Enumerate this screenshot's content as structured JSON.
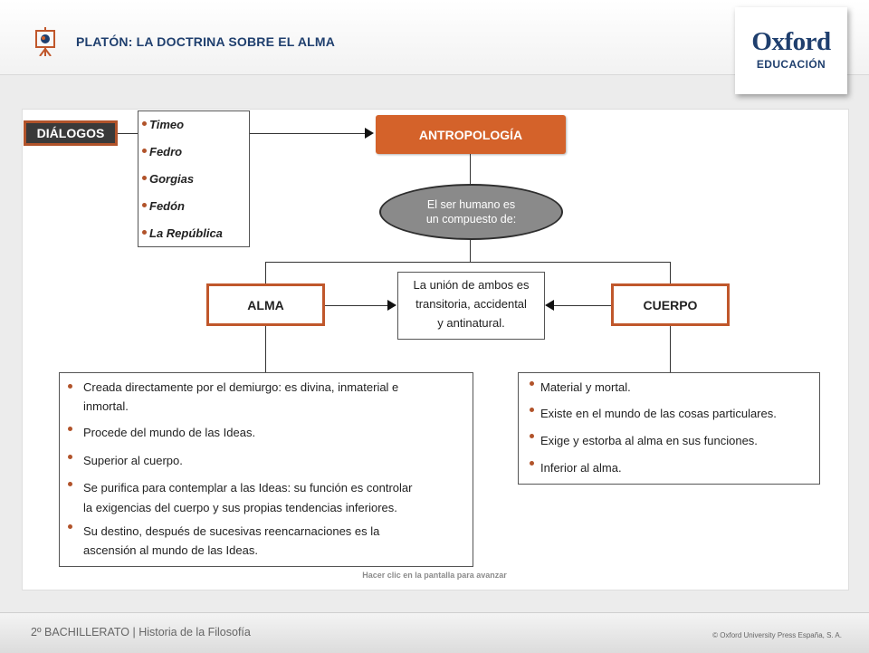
{
  "header": {
    "title": "PLATÓN: LA DOCTRINA SOBRE EL ALMA",
    "logo_main": "Oxford",
    "logo_sub": "EDUCACIÓN"
  },
  "diagram": {
    "dialogos_label": "DIÁLOGOS",
    "dialogos_list": [
      "Timeo",
      "Fedro",
      "Gorgias",
      "Fedón",
      "La República"
    ],
    "antropologia_label": "ANTROPOLOGÍA",
    "compuesto_line1": "El ser humano es",
    "compuesto_line2": "un compuesto de:",
    "alma_label": "ALMA",
    "cuerpo_label": "CUERPO",
    "union_line1": "La unión de ambos es",
    "union_line2": "transitoria, accidental",
    "union_line3": "y antinatural.",
    "alma_details": [
      "Creada directamente por el demiurgo: es divina, inmaterial e",
      "inmortal.",
      " Procede del mundo de las Ideas.",
      " Superior al cuerpo.",
      " Se purifica para contemplar a las Ideas: su función es controlar",
      " la exigencias del cuerpo y sus  propias tendencias  inferiores.",
      " Su destino, después de sucesivas reencarnaciones es la",
      "ascensión al mundo de las Ideas."
    ],
    "cuerpo_details": [
      "Material y mortal.",
      "Existe en el mundo de las cosas particulares.",
      "Exige y estorba al alma en sus funciones.",
      "Inferior al alma."
    ]
  },
  "advance_hint": "Hacer clic en la pantalla para avanzar",
  "footer": {
    "course": "2º BACHILLERATO  | Historia de la Filosofía",
    "copyright": "© Oxford University Press España, S. A."
  },
  "colors": {
    "accent": "#d4622a",
    "title_blue": "#1f3f6e",
    "dark_box": "#3a3a3a",
    "ellipse_gray": "#8a8a8a"
  }
}
